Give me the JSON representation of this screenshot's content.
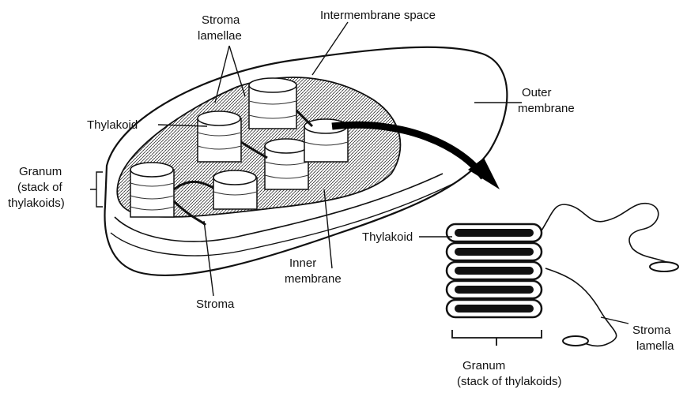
{
  "labels": {
    "stroma_lamellae_1": "Stroma",
    "stroma_lamellae_2": "lamellae",
    "intermembrane_space": "Intermembrane space",
    "outer_membrane_1": "Outer",
    "outer_membrane_2": "membrane",
    "thylakoid_left": "Thylakoid",
    "granum_left_1": "Granum",
    "granum_left_2": "(stack of",
    "granum_left_3": "thylakoids)",
    "inner_membrane_1": "Inner",
    "inner_membrane_2": "membrane",
    "stroma": "Stroma",
    "thylakoid_right": "Thylakoid",
    "stroma_lamella_1": "Stroma",
    "stroma_lamella_2": "lamella",
    "granum_right_1": "Granum",
    "granum_right_2": "(stack of thylakoids)"
  },
  "colors": {
    "ink": "#111111",
    "background": "#ffffff",
    "shade": "#555555"
  }
}
